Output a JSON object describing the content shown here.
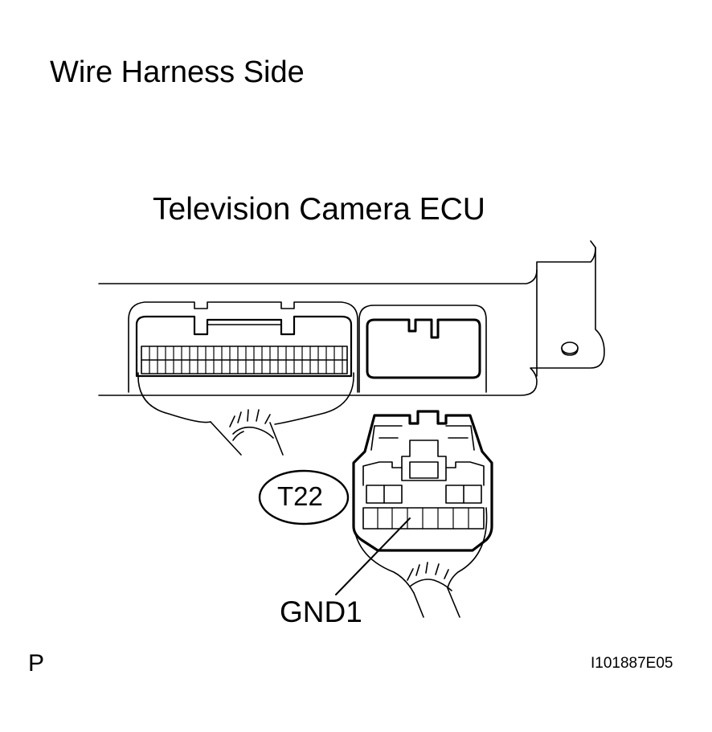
{
  "title": "Wire Harness Side",
  "ecu_label": "Television Camera ECU",
  "connector_code": "T22",
  "terminal_label": "GND1",
  "page_marker": "P",
  "figure_id": "I101887E05",
  "colors": {
    "line": "#000000",
    "background": "#ffffff"
  }
}
